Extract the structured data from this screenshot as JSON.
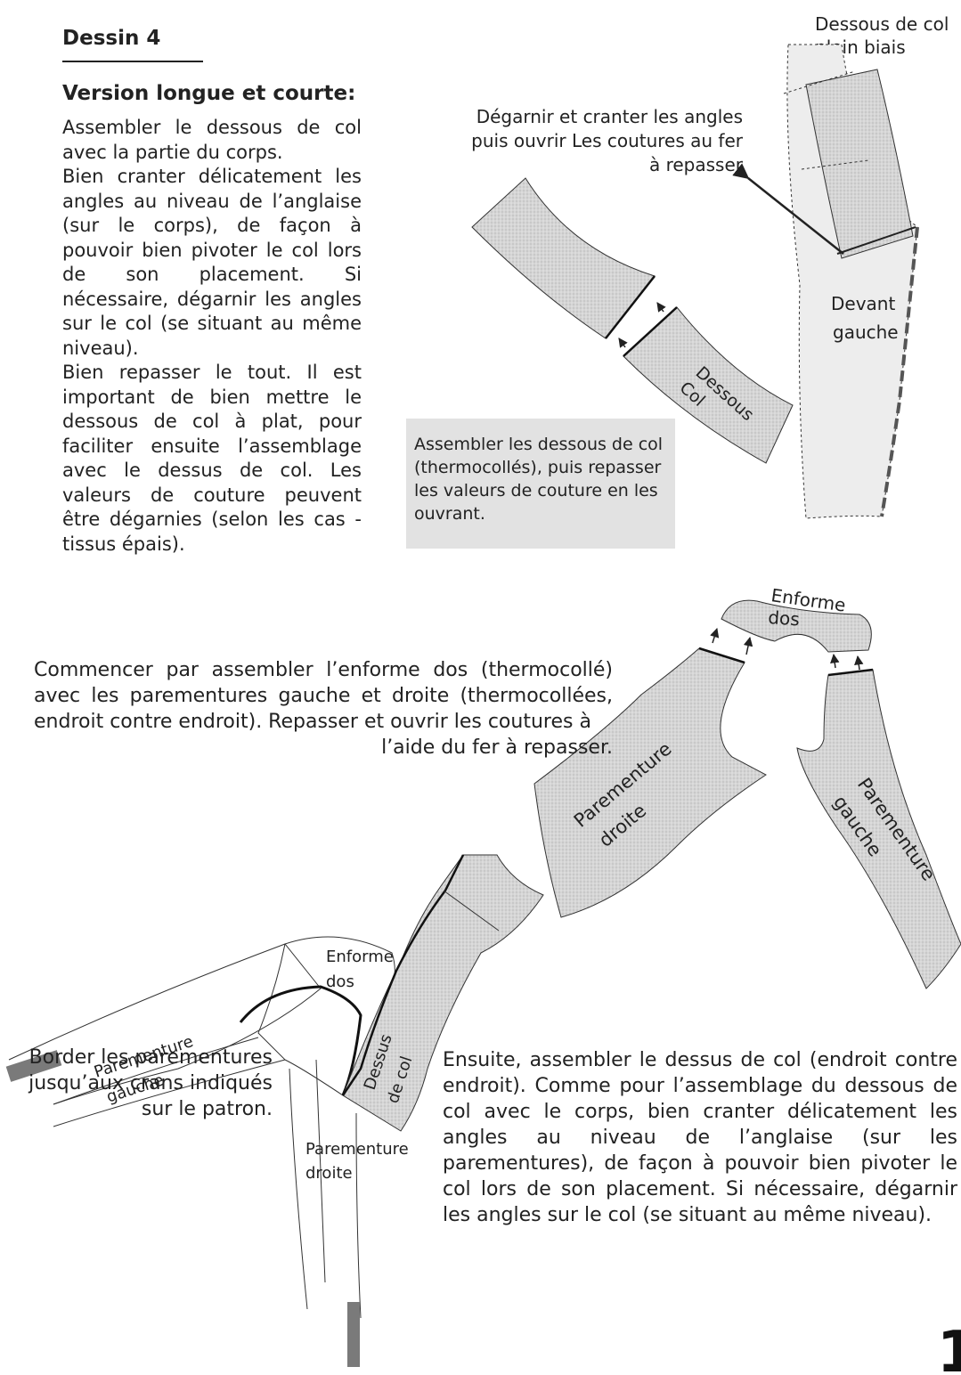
{
  "title": "Dessin 4",
  "subheading": "Version longue et courte:",
  "intro": [
    "Assembler le dessous de col avec la partie du corps.",
    "Bien cranter délicatement les angles au niveau de l’anglaise (sur le corps), de façon à pouvoir bien pivoter le col lors de son placement. Si nécessaire, dégarnir les angles sur le col (se situant au même niveau).",
    "Bien repasser le tout. Il est important de bien mettre le dessous de col à plat, pour faciliter ensuite l’assemblage avec le dessus de col. Les valeurs de couture peuvent être dégarnies (selon les cas - tissus épais)."
  ],
  "top_right_note": {
    "line1": "Dessous de col",
    "line2": "plein biais"
  },
  "callout_angles": "Dégarnir et cranter les angles puis ouvrir Les coutures au fer à repasser",
  "box_text": "Assembler les dessous de col (thermocollés), puis repasser les valeurs de couture en les ouvrant.",
  "labels": {
    "devant_gauche": {
      "line1": "Devant",
      "line2": "gauche"
    },
    "dessous_col": {
      "line1": "Dessous",
      "line2": "Col"
    },
    "enforme_dos_top": {
      "line1": "Enforme",
      "line2": "dos"
    },
    "parementure_droite_top": {
      "line1": "Parementure",
      "line2": "droite"
    },
    "parementure_gauche_top": {
      "line1": "Parementure",
      "line2": "gauche"
    },
    "enforme_dos_bottom": {
      "line1": "Enforme",
      "line2": "dos"
    },
    "parementure_gauche_bottom": {
      "line1": "Parementure",
      "line2": "gauche"
    },
    "dessus_col": {
      "line1": "Dessus",
      "line2": "de col"
    },
    "parementure_droite_bottom": {
      "line1": "Parementure",
      "line2": "droite"
    }
  },
  "commencer": {
    "body": "Commencer par assembler l’enforme dos (thermocollé) avec les parementures gauche et droite (thermocollées, endroit contre endroit). Repasser et ouvrir les coutures à",
    "last": "l’aide du fer à repasser."
  },
  "border_text": "Border les parementures jusqu’aux crans indiqués sur le patron.",
  "ensuite_text": "Ensuite, assembler le dessus de col (endroit contre endroit). Comme pour l’assemblage du dessous de col avec le corps, bien cranter délicatement les angles au niveau de l’anglaise (sur les parementures), de façon à pouvoir bien pivoter le col lors de son placement. Si nécessaire, dégarnir les angles sur le col (se situant au même niveau).",
  "page_number": "1"
}
